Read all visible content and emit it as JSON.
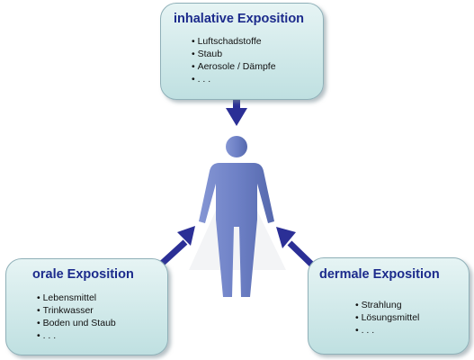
{
  "colors": {
    "title": "#1c2b8c",
    "arrow": "#2b2f96",
    "figure": "#6d7fc4",
    "box_fill_top": "#e6f4f4",
    "box_fill_bottom": "#bfe0e1"
  },
  "icons": [
    "human-figure",
    "arrow"
  ],
  "inhalative": {
    "title": "inhalative Exposition",
    "items": [
      "Luftschadstoffe",
      "Staub",
      "Aerosole / Dämpfe",
      ". . ."
    ]
  },
  "oral": {
    "title": "orale Exposition",
    "items": [
      "Lebensmittel",
      "Trinkwasser",
      "Boden und Staub",
      ". . ."
    ]
  },
  "dermal": {
    "title": "dermale Exposition",
    "items": [
      "Strahlung",
      "Lösungsmittel",
      ". . ."
    ]
  }
}
